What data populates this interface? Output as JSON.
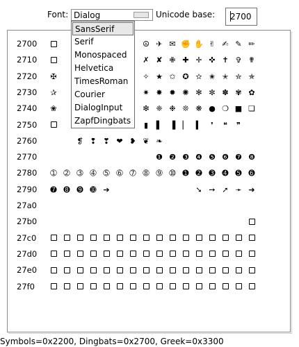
{
  "toolbar": {
    "font_label": "Font:",
    "font_value": "Dialog",
    "unicode_base_label": "Unicode base:",
    "unicode_base_value": "2700"
  },
  "font_menu": {
    "items": [
      "SansSerif",
      "Serif",
      "Monospaced",
      "Helvetica",
      "TimesRoman",
      "Courier",
      "DialogInput",
      "ZapfDingbats"
    ],
    "selected_index": 0
  },
  "grid": {
    "rows": [
      {
        "label": "2700",
        "cells": [
          "☐",
          "",
          "",
          "",
          "",
          "",
          "",
          "☮",
          "✈",
          "✉",
          "✊",
          "✋",
          "✌",
          "✍",
          "✎",
          "✏"
        ]
      },
      {
        "label": "2710",
        "cells": [
          "☐",
          "",
          "",
          "",
          "",
          "",
          "",
          "✗",
          "✘",
          "✙",
          "✚",
          "✛",
          "✜",
          "✝",
          "✞",
          "✟"
        ]
      },
      {
        "label": "2720",
        "cells": [
          "✠",
          "",
          "",
          "",
          "",
          "",
          "",
          "✧",
          "★",
          "✩",
          "✪",
          "✫",
          "✬",
          "✭",
          "✮",
          "✯"
        ]
      },
      {
        "label": "2730",
        "cells": [
          "✰",
          "",
          "",
          "",
          "",
          "",
          "",
          "✷",
          "✸",
          "✹",
          "✺",
          "✻",
          "✼",
          "✽",
          "✾",
          "✿"
        ]
      },
      {
        "label": "2740",
        "cells": [
          "❀",
          "",
          "",
          "",
          "",
          "",
          "",
          "❇",
          "❈",
          "❉",
          "❊",
          "❋",
          "●",
          "❍",
          "■",
          "❏"
        ]
      },
      {
        "label": "2750",
        "cells": [
          "☐",
          "",
          "",
          "",
          "",
          "",
          "",
          "▮",
          "▌",
          "▐",
          "▏",
          "▍",
          "❜",
          "❝",
          "❞",
          ""
        ]
      },
      {
        "label": "2760",
        "cells": [
          "",
          "",
          "❡",
          "❢",
          "❣",
          "❤",
          "❥",
          "❦",
          "❧",
          "",
          "",
          "",
          "",
          "",
          "",
          ""
        ]
      },
      {
        "label": "2770",
        "cells": [
          "",
          "",
          "",
          "",
          "",
          "",
          "",
          "",
          "❶",
          "❷",
          "❸",
          "❹",
          "❺",
          "❻",
          "❼",
          "❽"
        ]
      },
      {
        "label": "2780",
        "cells": [
          "➀",
          "➁",
          "➂",
          "➃",
          "➄",
          "➅",
          "➆",
          "➇",
          "➈",
          "➉",
          "➊",
          "➋",
          "➌",
          "➍",
          "➎",
          "➏"
        ]
      },
      {
        "label": "2790",
        "cells": [
          "➐",
          "➑",
          "➒",
          "➓",
          "➔",
          "",
          "",
          "",
          "",
          "",
          "",
          "➘",
          "➙",
          "➚",
          "➛",
          "➜",
          "➝"
        ]
      },
      {
        "label": "27a0",
        "cells": [
          "",
          "",
          "",
          "",
          "",
          "",
          "",
          "",
          "",
          "",
          "",
          "",
          "",
          "",
          "",
          ""
        ]
      },
      {
        "label": "27b0",
        "cells": [
          "",
          "",
          "",
          "",
          "",
          "",
          "",
          "",
          "",
          "",
          "",
          "",
          "",
          "",
          "",
          "☐"
        ]
      },
      {
        "label": "27c0",
        "cells": [
          "☐",
          "☐",
          "☐",
          "☐",
          "☐",
          "☐",
          "☐",
          "☐",
          "☐",
          "☐",
          "☐",
          "☐",
          "☐",
          "☐",
          "☐",
          "☐"
        ]
      },
      {
        "label": "27d0",
        "cells": [
          "☐",
          "☐",
          "☐",
          "☐",
          "☐",
          "☐",
          "☐",
          "☐",
          "☐",
          "☐",
          "☐",
          "☐",
          "☐",
          "☐",
          "☐",
          "☐"
        ]
      },
      {
        "label": "27e0",
        "cells": [
          "☐",
          "☐",
          "☐",
          "☐",
          "☐",
          "☐",
          "☐",
          "☐",
          "☐",
          "☐",
          "☐",
          "☐",
          "☐",
          "☐",
          "☐",
          "☐"
        ]
      },
      {
        "label": "27f0",
        "cells": [
          "☐",
          "☐",
          "☐",
          "☐",
          "☐",
          "☐",
          "☐",
          "☐",
          "☐",
          "☐",
          "☐",
          "☐",
          "☐",
          "☐",
          "☐",
          "☐"
        ]
      }
    ]
  },
  "status": "Symbols=0x2200, Dingbats=0x2700, Greek=0x3300"
}
